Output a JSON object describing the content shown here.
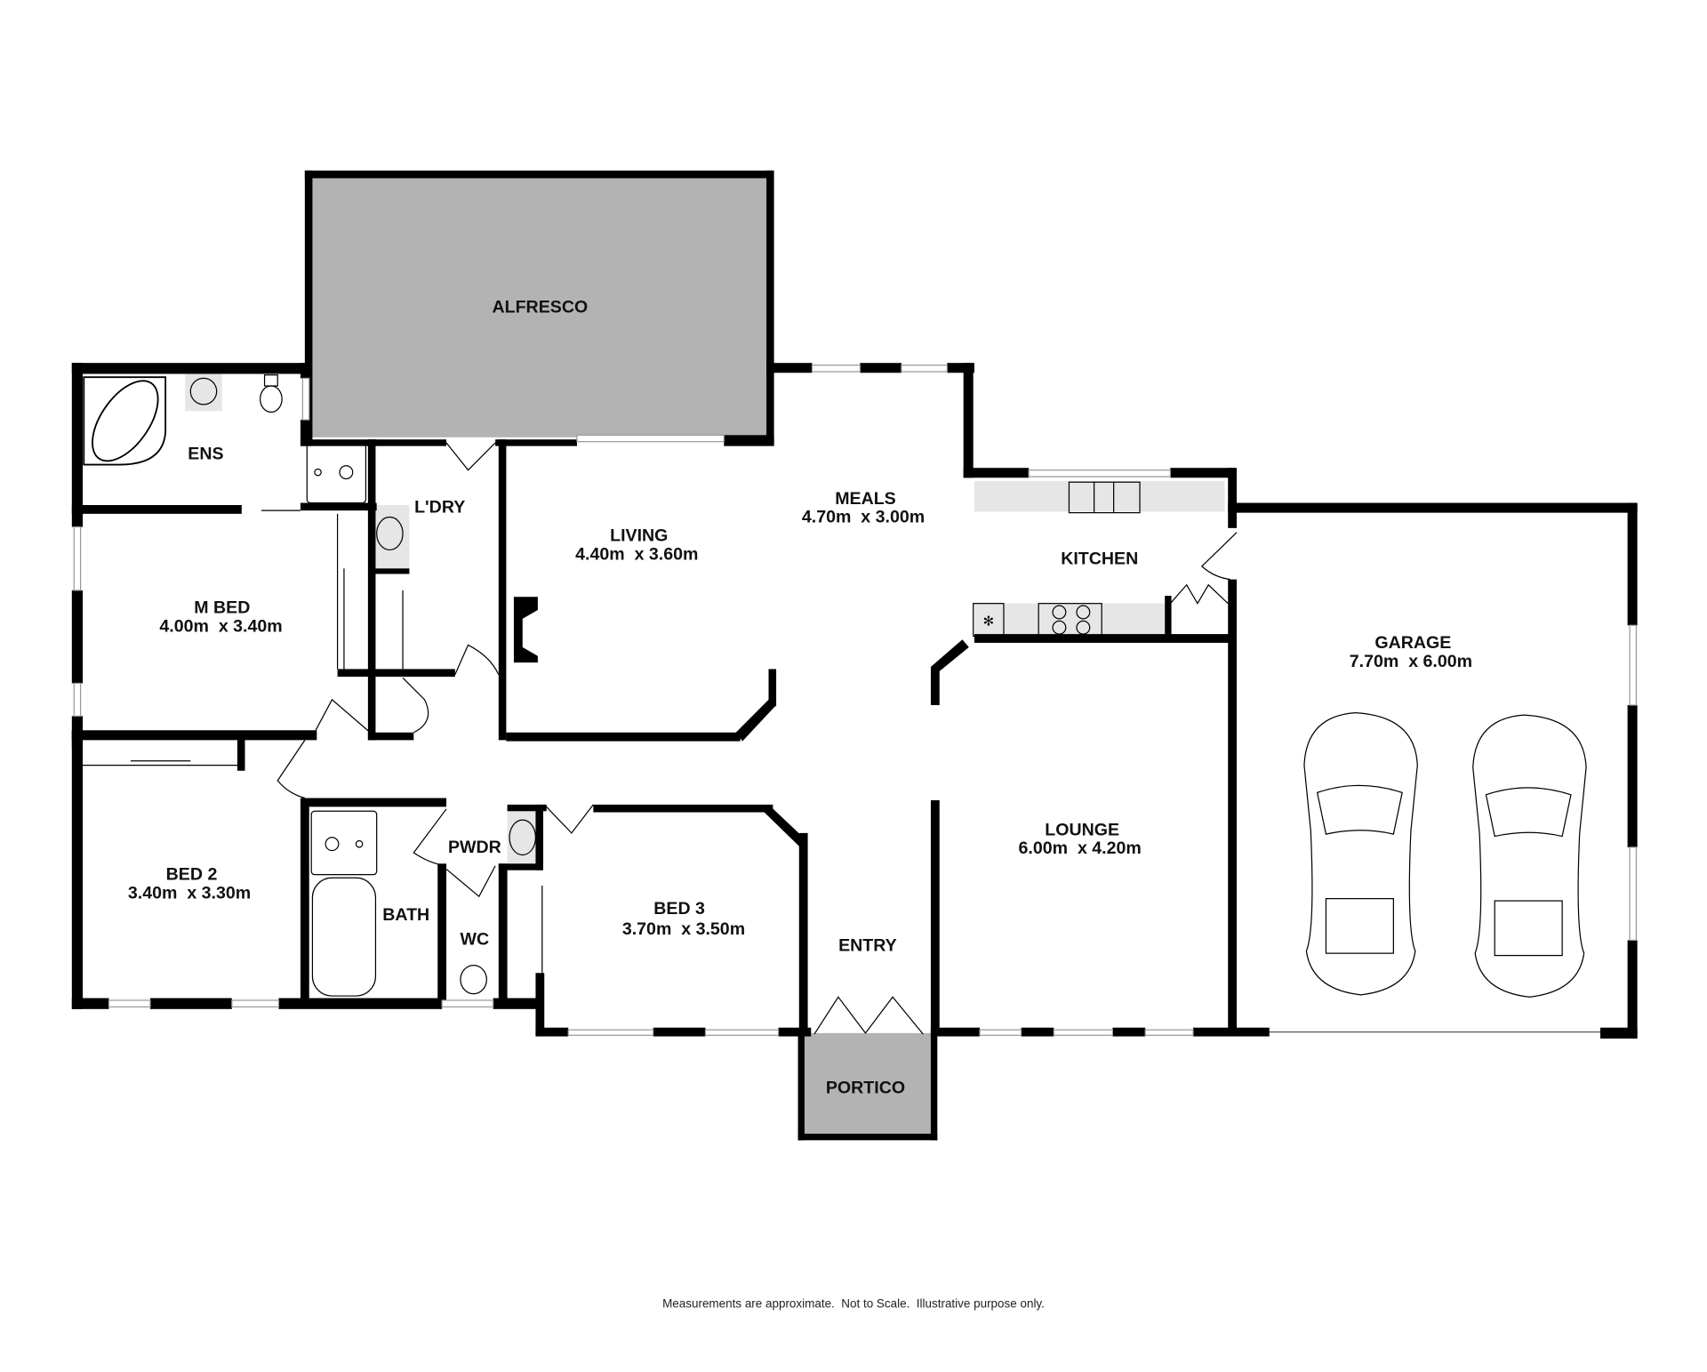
{
  "plan": {
    "rooms": [
      {
        "name": "ALFRESCO",
        "dims": ""
      },
      {
        "name": "ENS",
        "dims": ""
      },
      {
        "name": "L'DRY",
        "dims": ""
      },
      {
        "name": "LIVING",
        "dims": "4.40m  x 3.60m"
      },
      {
        "name": "MEALS",
        "dims": "4.70m  x 3.00m"
      },
      {
        "name": "KITCHEN",
        "dims": ""
      },
      {
        "name": "M BED",
        "dims": "4.00m  x 3.40m"
      },
      {
        "name": "GARAGE",
        "dims": "7.70m  x 6.00m"
      },
      {
        "name": "LOUNGE",
        "dims": "6.00m  x 4.20m"
      },
      {
        "name": "BED 2",
        "dims": "3.40m  x 3.30m"
      },
      {
        "name": "BATH",
        "dims": ""
      },
      {
        "name": "PWDR",
        "dims": ""
      },
      {
        "name": "WC",
        "dims": ""
      },
      {
        "name": "BED 3",
        "dims": "3.70m  x 3.50m"
      },
      {
        "name": "ENTRY",
        "dims": ""
      },
      {
        "name": "PORTICO",
        "dims": ""
      }
    ],
    "colors": {
      "wall": "#000000",
      "outdoor_fill": "#b3b3b3",
      "bench": "#e6e6e6"
    },
    "footer": "Measurements are approximate.  Not to Scale.  Illustrative purpose only."
  }
}
